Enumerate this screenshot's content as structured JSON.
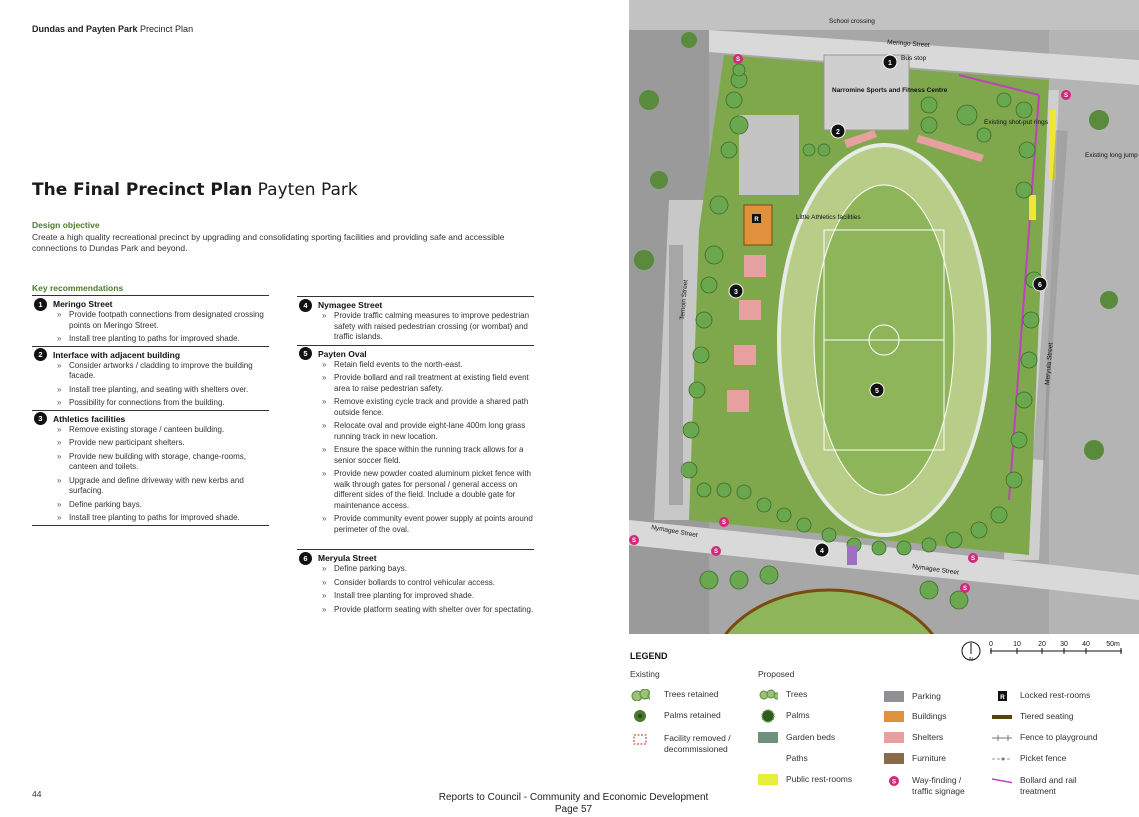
{
  "header": {
    "bold": "Dundas and Payten Park",
    "rest": " Precinct Plan"
  },
  "title": {
    "bold": "The Final Precinct Plan",
    "rest": " Payten Park"
  },
  "objective": {
    "heading": "Design objective",
    "text": "Create a high quality recreational precinct by upgrading and consolidating sporting facilities and providing safe and accessible connections to Dundas Park and beyond."
  },
  "key_heading": "Key recommendations",
  "sections": [
    {
      "num": "1",
      "title": "Meringo Street",
      "items": [
        "Provide footpath connections from designated crossing points on Meringo Street.",
        "Install tree planting to paths for improved shade."
      ]
    },
    {
      "num": "2",
      "title": "Interface with adjacent building",
      "items": [
        "Consider artworks / cladding to improve the building facade.",
        "Install tree planting, and seating with shelters over.",
        "Possibility for connections from the building."
      ]
    },
    {
      "num": "3",
      "title": "Athletics facilities",
      "items": [
        "Remove existing storage / canteen building.",
        "Provide new participant shelters.",
        "Provide new building with storage, change-rooms, canteen and toilets.",
        "Upgrade and define driveway with new kerbs and surfacing.",
        "Define parking bays.",
        "Install tree planting to paths for improved shade."
      ]
    },
    {
      "num": "4",
      "title": "Nymagee Street",
      "items": [
        "Provide traffic calming measures to improve pedestrian safety with raised pedestrian crossing (or wombat)  and traffic islands."
      ]
    },
    {
      "num": "5",
      "title": "Payten Oval",
      "items": [
        "Retain field events to the north-east.",
        "Provide bollard and rail treatment at existing field event area to raise pedestrian safety.",
        "Remove existing cycle track and provide a shared path outside fence.",
        "Relocate oval and provide eight-lane 400m long grass running track in new location.",
        "Ensure the space within the running track allows for a senior soccer field.",
        "Provide new powder coated aluminum picket fence with walk through gates for personal / general access on different sides of the field. Include a double gate for maintenance access.",
        "Provide community event power supply at points around perimeter of the oval."
      ]
    },
    {
      "num": "6",
      "title": "Meryula Street",
      "items": [
        "Define parking bays.",
        "Consider bollards to control vehicular access.",
        "Install tree planting for improved shade.",
        "Provide platform seating with shelter over for spectating."
      ]
    }
  ],
  "map": {
    "labels": {
      "school_crossing": "School crossing",
      "meringo_street": "Meringo Street",
      "bus_stop": "Bus stop",
      "sports_centre": "Narromine Sports and Fitness Centre",
      "shot_put": "Existing shot-put rings",
      "long_jump": "Existing long jump",
      "little_athletics": "Little Athletics facilities",
      "temoin_street": "Temoin Street",
      "meryula_street": "Meryula Street",
      "nymagee_street_w": "Nymagee Street",
      "nymagee_street_e": "Nymagee Street"
    },
    "markers": [
      "1",
      "2",
      "3",
      "4",
      "5",
      "6"
    ],
    "wayfinding_glyph": "S",
    "restroom_glyph": "R",
    "colors": {
      "grass": "#8fb55a",
      "track": "#9dbb63",
      "path": "#e8ece8",
      "building_existing": "#cfcfcf",
      "building_new": "#e0913b",
      "shelter": "#e6a0a0",
      "tree": "#6aa84f",
      "fence": "#c040c0",
      "aerial": "#9b9b9b"
    }
  },
  "scale": {
    "ticks": [
      "0",
      "10",
      "20",
      "30",
      "40",
      "50m"
    ],
    "north": "N"
  },
  "legend": {
    "title": "LEGEND",
    "existing_label": "Existing",
    "proposed_label": "Proposed",
    "existing": [
      {
        "icon": "trees-retained-icon",
        "label": "Trees retained"
      },
      {
        "icon": "palms-retained-icon",
        "label": "Palms retained"
      },
      {
        "icon": "facility-removed-icon",
        "label": "Facility removed / decommissioned"
      }
    ],
    "proposed_a": [
      {
        "icon": "trees-icon",
        "label": "Trees"
      },
      {
        "icon": "palms-icon",
        "label": "Palms"
      },
      {
        "icon": "garden-beds-icon",
        "label": "Garden beds"
      },
      {
        "icon": "paths-icon",
        "label": "Paths"
      },
      {
        "icon": "public-restrooms-icon",
        "label": "Public rest-rooms"
      }
    ],
    "proposed_b": [
      {
        "icon": "parking-icon",
        "label": "Parking"
      },
      {
        "icon": "buildings-icon",
        "label": "Buildings"
      },
      {
        "icon": "shelters-icon",
        "label": "Shelters"
      },
      {
        "icon": "furniture-icon",
        "label": "Furniture"
      },
      {
        "icon": "wayfinding-icon",
        "label": "Way-finding / traffic signage"
      }
    ],
    "proposed_c": [
      {
        "icon": "locked-restrooms-icon",
        "label": "Locked rest-rooms"
      },
      {
        "icon": "tiered-seating-icon",
        "label": "Tiered seating"
      },
      {
        "icon": "fence-to-playground-icon",
        "label": "Fence to playground"
      },
      {
        "icon": "picket-fence-icon",
        "label": "Picket fence"
      },
      {
        "icon": "bollard-rail-icon",
        "label": "Bollard and rail treatment"
      }
    ]
  },
  "page_number": "44",
  "footer": {
    "line1": "Reports to Council - Community and Economic Development",
    "line2": "Page 57"
  }
}
